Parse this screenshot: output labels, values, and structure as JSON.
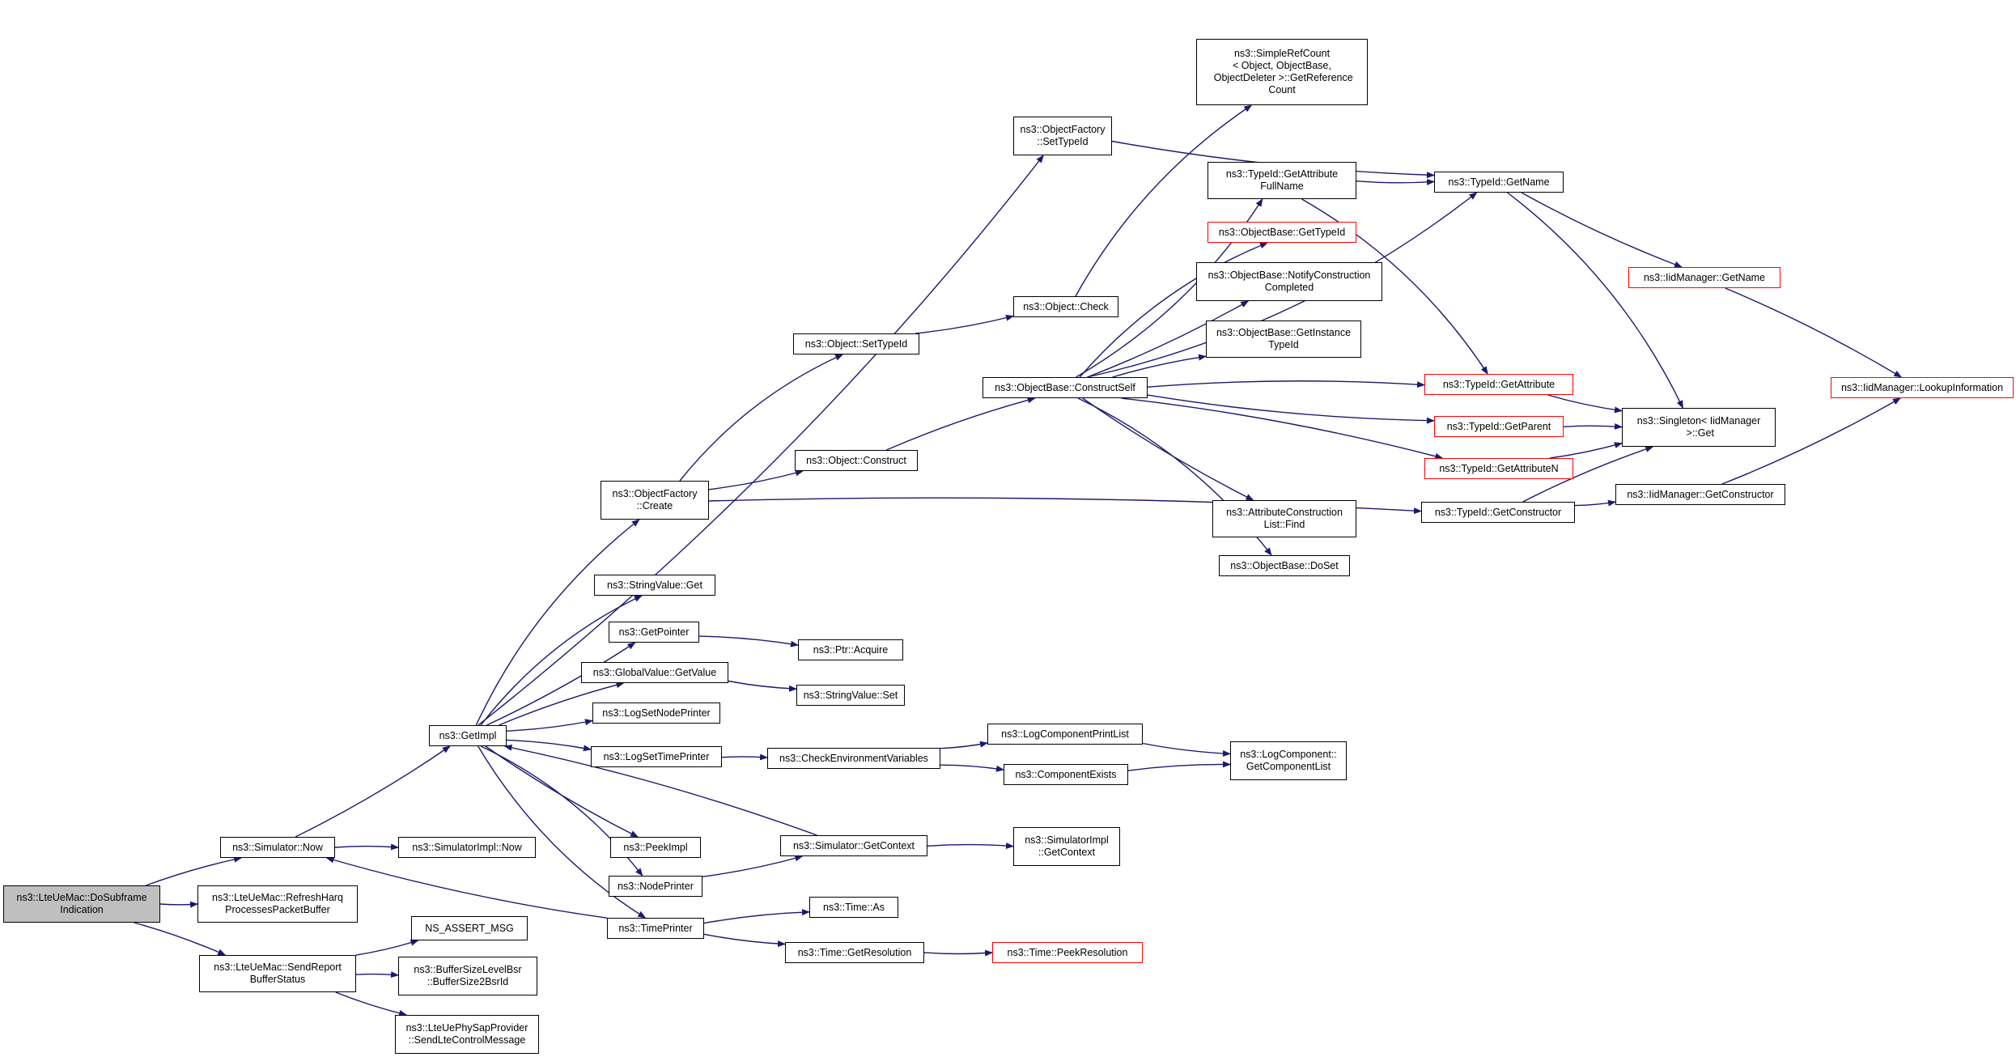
{
  "nodes": [
    {
      "id": "n0",
      "label": "ns3::LteUeMac::DoSubframe\nIndication",
      "style": "root"
    },
    {
      "id": "n1",
      "label": "ns3::Simulator::Now",
      "style": "normal"
    },
    {
      "id": "n2",
      "label": "ns3::LteUeMac::RefreshHarq\nProcessesPacketBuffer",
      "style": "normal"
    },
    {
      "id": "n3",
      "label": "ns3::LteUeMac::SendReport\nBufferStatus",
      "style": "normal"
    },
    {
      "id": "n4",
      "label": "ns3::GetImpl",
      "style": "normal"
    },
    {
      "id": "n5",
      "label": "ns3::SimulatorImpl::Now",
      "style": "normal"
    },
    {
      "id": "n6",
      "label": "NS_ASSERT_MSG",
      "style": "normal"
    },
    {
      "id": "n7",
      "label": "ns3::BufferSizeLevelBsr\n::BufferSize2BsrId",
      "style": "normal"
    },
    {
      "id": "n8",
      "label": "ns3::LteUePhySapProvider\n::SendLteControlMessage",
      "style": "normal"
    },
    {
      "id": "n9",
      "label": "ns3::ObjectFactory\n::Create",
      "style": "normal"
    },
    {
      "id": "n10",
      "label": "ns3::ObjectFactory\n::SetTypeId",
      "style": "normal"
    },
    {
      "id": "n11",
      "label": "ns3::StringValue::Get",
      "style": "normal"
    },
    {
      "id": "n12",
      "label": "ns3::GetPointer",
      "style": "normal"
    },
    {
      "id": "n13",
      "label": "ns3::GlobalValue::GetValue",
      "style": "normal"
    },
    {
      "id": "n14",
      "label": "ns3::LogSetNodePrinter",
      "style": "normal"
    },
    {
      "id": "n15",
      "label": "ns3::LogSetTimePrinter",
      "style": "normal"
    },
    {
      "id": "n16",
      "label": "ns3::PeekImpl",
      "style": "normal"
    },
    {
      "id": "n17",
      "label": "ns3::NodePrinter",
      "style": "normal"
    },
    {
      "id": "n18",
      "label": "ns3::TimePrinter",
      "style": "normal"
    },
    {
      "id": "n19",
      "label": "ns3::Object::SetTypeId",
      "style": "normal"
    },
    {
      "id": "n20",
      "label": "ns3::Object::Construct",
      "style": "normal"
    },
    {
      "id": "n21",
      "label": "ns3::Ptr::Acquire",
      "style": "normal"
    },
    {
      "id": "n22",
      "label": "ns3::StringValue::Set",
      "style": "normal"
    },
    {
      "id": "n23",
      "label": "ns3::CheckEnvironmentVariables",
      "style": "normal"
    },
    {
      "id": "n24",
      "label": "ns3::Simulator::GetContext",
      "style": "normal"
    },
    {
      "id": "n25",
      "label": "ns3::Time::As",
      "style": "normal"
    },
    {
      "id": "n26",
      "label": "ns3::Time::GetResolution",
      "style": "normal"
    },
    {
      "id": "n27",
      "label": "ns3::SimpleRefCount\n< Object, ObjectBase,\n ObjectDeleter >::GetReference\nCount",
      "style": "normal"
    },
    {
      "id": "n28",
      "label": "ns3::Object::Check",
      "style": "normal"
    },
    {
      "id": "n29",
      "label": "ns3::ObjectBase::ConstructSelf",
      "style": "normal"
    },
    {
      "id": "n30",
      "label": "ns3::LogComponentPrintList",
      "style": "normal"
    },
    {
      "id": "n31",
      "label": "ns3::ComponentExists",
      "style": "normal"
    },
    {
      "id": "n32",
      "label": "ns3::SimulatorImpl\n::GetContext",
      "style": "normal"
    },
    {
      "id": "n33",
      "label": "ns3::Time::PeekResolution",
      "style": "red"
    },
    {
      "id": "n34",
      "label": "ns3::TypeId::GetAttribute\nFullName",
      "style": "normal"
    },
    {
      "id": "n35",
      "label": "ns3::ObjectBase::GetTypeId",
      "style": "red"
    },
    {
      "id": "n36",
      "label": "ns3::ObjectBase::NotifyConstruction\nCompleted",
      "style": "normal"
    },
    {
      "id": "n37",
      "label": "ns3::ObjectBase::GetInstance\nTypeId",
      "style": "normal"
    },
    {
      "id": "n38",
      "label": "ns3::AttributeConstruction\nList::Find",
      "style": "normal"
    },
    {
      "id": "n39",
      "label": "ns3::ObjectBase::DoSet",
      "style": "normal"
    },
    {
      "id": "n40",
      "label": "ns3::LogComponent::\nGetComponentList",
      "style": "normal"
    },
    {
      "id": "n41",
      "label": "ns3::TypeId::GetName",
      "style": "normal"
    },
    {
      "id": "n42",
      "label": "ns3::TypeId::GetAttribute",
      "style": "red"
    },
    {
      "id": "n43",
      "label": "ns3::TypeId::GetParent",
      "style": "red"
    },
    {
      "id": "n44",
      "label": "ns3::TypeId::GetAttributeN",
      "style": "red"
    },
    {
      "id": "n45",
      "label": "ns3::TypeId::GetConstructor",
      "style": "normal"
    },
    {
      "id": "n46",
      "label": "ns3::IidManager::GetName",
      "style": "red"
    },
    {
      "id": "n47",
      "label": "ns3::Singleton< IidManager\n >::Get",
      "style": "normal"
    },
    {
      "id": "n48",
      "label": "ns3::IidManager::GetConstructor",
      "style": "normal"
    },
    {
      "id": "n49",
      "label": "ns3::IidManager::LookupInformation",
      "style": "red"
    }
  ],
  "edges": [
    [
      "n0",
      "n1"
    ],
    [
      "n0",
      "n2"
    ],
    [
      "n0",
      "n3"
    ],
    [
      "n1",
      "n4"
    ],
    [
      "n1",
      "n5"
    ],
    [
      "n3",
      "n6"
    ],
    [
      "n3",
      "n7"
    ],
    [
      "n3",
      "n8"
    ],
    [
      "n4",
      "n9"
    ],
    [
      "n4",
      "n10"
    ],
    [
      "n4",
      "n11"
    ],
    [
      "n4",
      "n12"
    ],
    [
      "n4",
      "n13"
    ],
    [
      "n4",
      "n14"
    ],
    [
      "n4",
      "n15"
    ],
    [
      "n4",
      "n16"
    ],
    [
      "n4",
      "n17"
    ],
    [
      "n4",
      "n18"
    ],
    [
      "n9",
      "n19"
    ],
    [
      "n9",
      "n20"
    ],
    [
      "n9",
      "n45"
    ],
    [
      "n10",
      "n41"
    ],
    [
      "n12",
      "n21"
    ],
    [
      "n13",
      "n22"
    ],
    [
      "n15",
      "n23"
    ],
    [
      "n17",
      "n24"
    ],
    [
      "n18",
      "n25"
    ],
    [
      "n18",
      "n26"
    ],
    [
      "n18",
      "n1"
    ],
    [
      "n19",
      "n28"
    ],
    [
      "n20",
      "n29"
    ],
    [
      "n23",
      "n30"
    ],
    [
      "n23",
      "n31"
    ],
    [
      "n24",
      "n4"
    ],
    [
      "n24",
      "n32"
    ],
    [
      "n26",
      "n33"
    ],
    [
      "n28",
      "n27"
    ],
    [
      "n29",
      "n34"
    ],
    [
      "n29",
      "n35"
    ],
    [
      "n29",
      "n36"
    ],
    [
      "n29",
      "n37"
    ],
    [
      "n29",
      "n38"
    ],
    [
      "n29",
      "n39"
    ],
    [
      "n29",
      "n41"
    ],
    [
      "n29",
      "n42"
    ],
    [
      "n29",
      "n43"
    ],
    [
      "n29",
      "n44"
    ],
    [
      "n30",
      "n40"
    ],
    [
      "n31",
      "n40"
    ],
    [
      "n34",
      "n41"
    ],
    [
      "n34",
      "n42"
    ],
    [
      "n41",
      "n46"
    ],
    [
      "n41",
      "n47"
    ],
    [
      "n42",
      "n47"
    ],
    [
      "n43",
      "n47"
    ],
    [
      "n44",
      "n47"
    ],
    [
      "n45",
      "n47"
    ],
    [
      "n45",
      "n48"
    ],
    [
      "n46",
      "n49"
    ],
    [
      "n48",
      "n49"
    ]
  ],
  "colors": {
    "edge": "#191970",
    "root_fill": "#bfbfbf",
    "node_border": "#000000",
    "highlight_border": "#ff0000"
  }
}
